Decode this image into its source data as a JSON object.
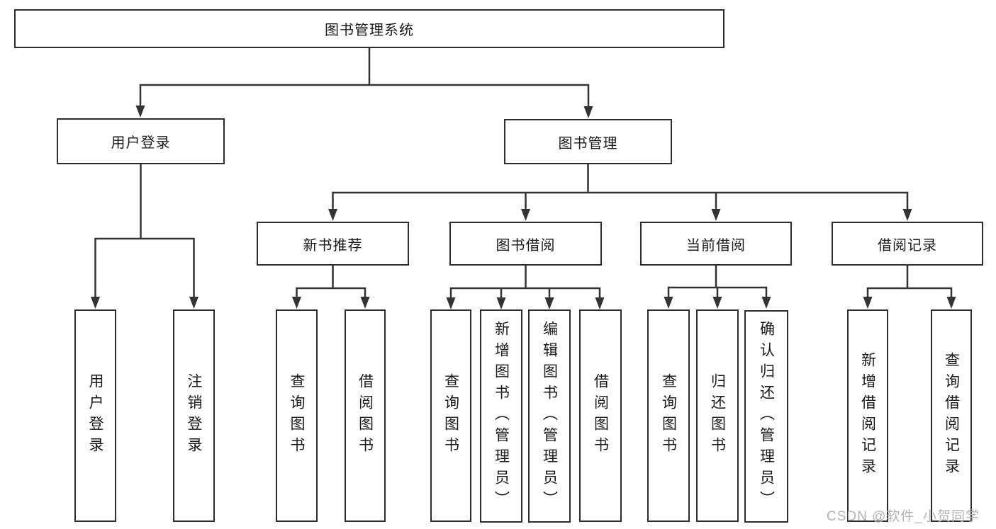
{
  "diagram": {
    "type": "hierarchy-tree",
    "root": {
      "label": "图书管理系统"
    },
    "branches": [
      {
        "label": "用户登录",
        "children": [
          {
            "label": "用户登录"
          },
          {
            "label": "注销登录"
          }
        ]
      },
      {
        "label": "图书管理",
        "groups": [
          {
            "label": "新书推荐",
            "children": [
              {
                "label": "查询图书"
              },
              {
                "label": "借阅图书"
              }
            ]
          },
          {
            "label": "图书借阅",
            "children": [
              {
                "label": "查询图书"
              },
              {
                "label": "新增图书（管理员）"
              },
              {
                "label": "编辑图书（管理员）"
              },
              {
                "label": "借阅图书"
              }
            ]
          },
          {
            "label": "当前借阅",
            "children": [
              {
                "label": "查询图书"
              },
              {
                "label": "归还图书"
              },
              {
                "label": "确认归还（管理员）"
              }
            ]
          },
          {
            "label": "借阅记录",
            "children": [
              {
                "label": "新增借阅记录"
              },
              {
                "label": "查询借阅记录"
              }
            ]
          }
        ]
      }
    ]
  },
  "watermark": {
    "text": "CSDN @软件_小贺同学",
    "color": "#b3b3b3"
  },
  "colors": {
    "background": "#ffffff",
    "line": "#333333",
    "box_border": "#2d2d2d",
    "box_fill": "#ffffff",
    "text": "#1a1a1a"
  }
}
